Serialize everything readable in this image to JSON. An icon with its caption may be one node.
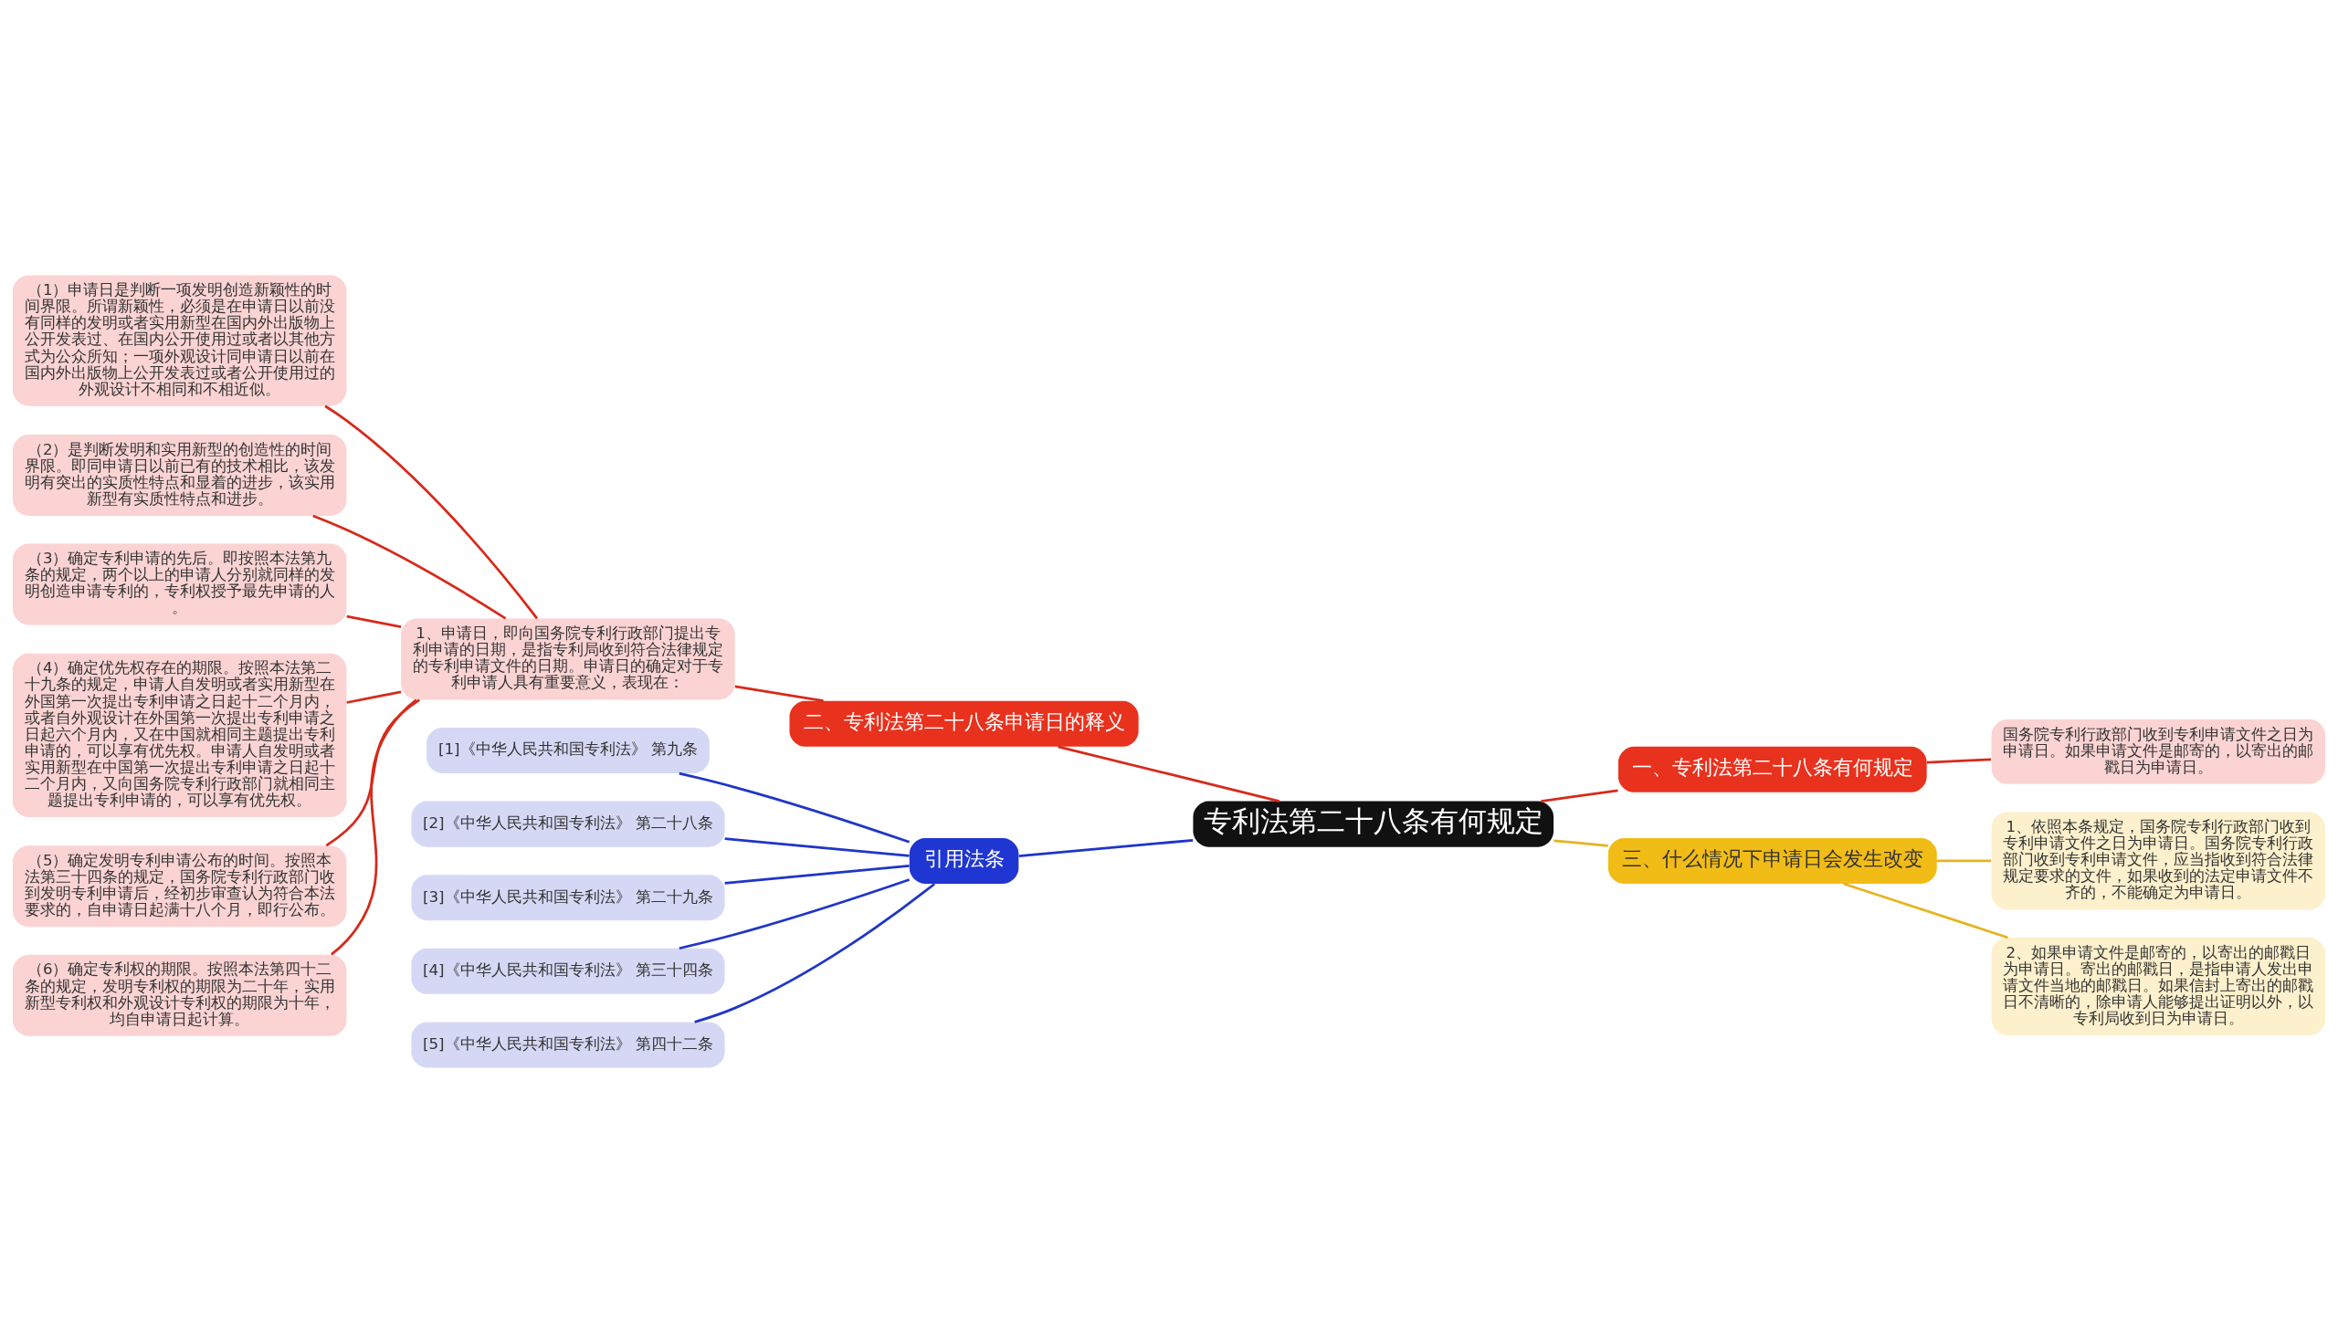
{
  "diagram": {
    "nodes": [
      {
        "text": [
          "专利法第二十八条有何规定"
        ]
      },
      {
        "text": [
          "二、专利法第二十八条申请日的释义"
        ]
      },
      {
        "text": [
          "1、申请日，即向国务院专利行政部门提出专利申请的日期，是指专利局收到符合法律规定的专利申请文件的日期。申请日的确定对于专利申请人具有重要意义，表现在："
        ]
      },
      {
        "text": [
          "（1）申请日是判断一项发明创造新颖性的时间界限。所谓新颖性，必须是在申请日以前没有同样的发明或者实用新型在国内外出版物上公开发表过、在国内公开使用过或者以其他方式为公众所知；一项外观设计同申请日以前在国内外出版物上公开发表过或者公开使用过的外观设计不相同和不相近似。"
        ]
      },
      {
        "text": [
          "（2）是判断发明和实用新型的创造性的时间界限。即同申请日以前已有的技术相比，该发明有突出的实质性特点和显着的进步，该实用新型有实质性特点和进步。"
        ]
      },
      {
        "text": [
          "（3）确定专利申请的先后。即按照本法第九条的规定，两个以上的申请人分别就同样的发明创造申请专利的，专利权授予最先申请的人。"
        ]
      },
      {
        "text": [
          "（4）确定优先权存在的期限。按照本法第二十九条的规定，申请人自发明或者实用新型在外国第一次提出专利申请之日起十二个月内，或者自外观设计在外国第一次提出专利申请之日起六个月内，又在中国就相同主题提出专利申请的，可以享有优先权。申请人自发明或者实用新型在中国第一次提出专利申请之日起十二个月内，又向国务院专利行政部门就相同主题提出专利申请的，可以享有优先权。"
        ]
      },
      {
        "text": [
          "（5）确定发明专利申请公布的时间。按照本法第三十四条的规定，国务院专利行政部门收到发明专利申请后，经初步审查认为符合本法要求的，自申请日起满十八个月，即行公布。"
        ]
      },
      {
        "text": [
          "（6）确定专利权的期限。按照本法第四十二条的规定，发明专利权的期限为二十年，实用新型专利权和外观设计专利权的期限为十年，均自申请日起计算。"
        ]
      },
      {
        "text": [
          "一、专利法第二十八条有何规定"
        ]
      },
      {
        "text": [
          "国务院专利行政部门收到专利申请文件之日为申请日。如果申请文件是邮寄的，以寄出的邮戳日为申请日。"
        ]
      },
      {
        "text": [
          "三、什么情况下申请日会发生改变"
        ]
      },
      {
        "text": [
          "1、依照本条规定，国务院专利行政部门收到专利申请文件之日为申请日。国务院专利行政部门收到专利申请文件，应当指收到符合法律规定要求的文件，如果收到的法定申请文件不齐的，不能确定为申请日。"
        ]
      },
      {
        "text": [
          "2、如果申请文件是邮寄的，以寄出的邮戳日为申请日。寄出的邮戳日，是指申请人发出申请文件当地的邮戳日。如果信封上寄出的邮戳日不清晰的，除申请人能够提出证明以外，以专利局收到日为申请日。"
        ]
      },
      {
        "text": [
          "引用法条"
        ]
      },
      {
        "text": [
          "[1]《中华人民共和国专利法》 第九条"
        ]
      },
      {
        "text": [
          "[2]《中华人民共和国专利法》 第二十八条"
        ]
      },
      {
        "text": [
          "[3]《中华人民共和国专利法》 第二十九条"
        ]
      },
      {
        "text": [
          "[4]《中华人民共和国专利法》 第三十四条"
        ]
      },
      {
        "text": [
          "[5]《中华人民共和国专利法》 第四十二条"
        ]
      }
    ],
    "edges": [
      {
        "from": 0,
        "to": 1,
        "arrow": "none"
      },
      {
        "from": 1,
        "to": 2,
        "arrow": "none"
      },
      {
        "from": 2,
        "to": 3,
        "arrow": "none"
      },
      {
        "from": 2,
        "to": 4,
        "arrow": "none"
      },
      {
        "from": 2,
        "to": 5,
        "arrow": "none"
      },
      {
        "from": 2,
        "to": 6,
        "arrow": "none"
      },
      {
        "from": 2,
        "to": 7,
        "arrow": "none"
      },
      {
        "from": 2,
        "to": 8,
        "arrow": "none"
      },
      {
        "from": 0,
        "to": 9,
        "arrow": "none"
      },
      {
        "from": 9,
        "to": 10,
        "arrow": "none"
      },
      {
        "from": 0,
        "to": 11,
        "arrow": "none",
        "color": "#e6b422"
      },
      {
        "from": 11,
        "to": 12,
        "arrow": "none",
        "color": "#e6b422"
      },
      {
        "from": 11,
        "to": 13,
        "arrow": "none",
        "color": "#e6b422"
      },
      {
        "from": 0,
        "to": 14,
        "arrow": "none",
        "color": "#1f35c8"
      },
      {
        "from": 14,
        "to": 15,
        "arrow": "none",
        "color": "#1f35c8"
      },
      {
        "from": 14,
        "to": 16,
        "arrow": "none",
        "color": "#1f35c8"
      },
      {
        "from": 14,
        "to": 17,
        "arrow": "none",
        "color": "#1f35c8"
      },
      {
        "from": 14,
        "to": 18,
        "arrow": "none",
        "color": "#1f35c8"
      },
      {
        "from": 14,
        "to": 19,
        "arrow": "none",
        "color": "#1f35c8"
      }
    ]
  }
}
